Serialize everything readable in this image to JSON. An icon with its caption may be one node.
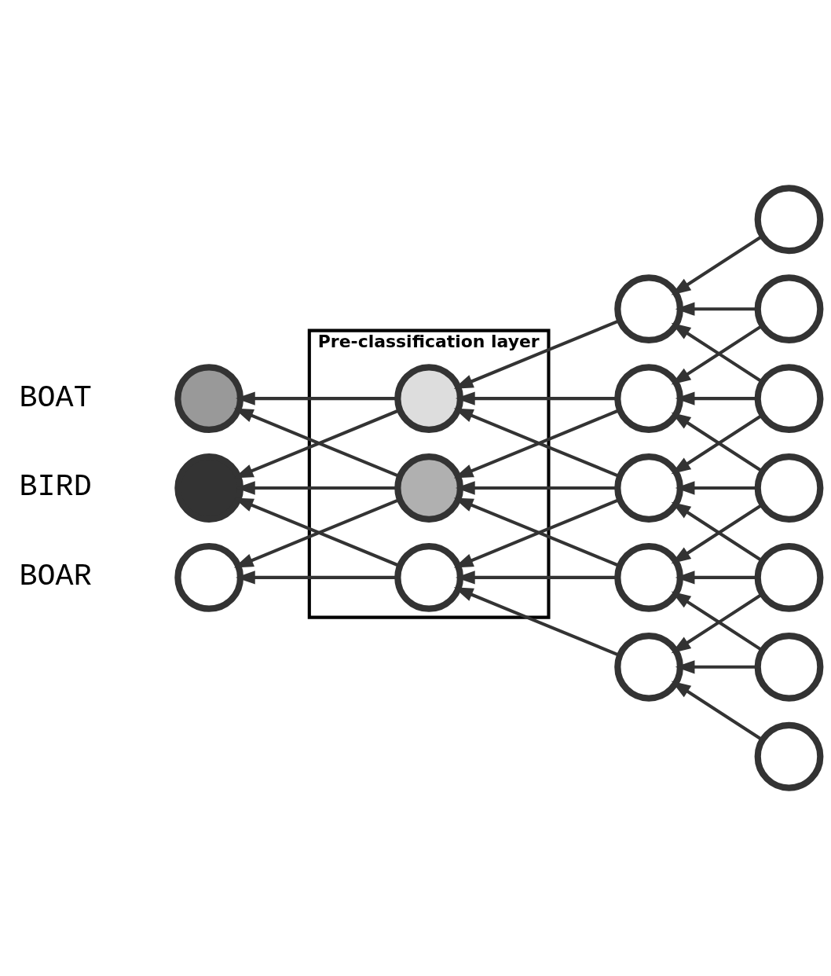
{
  "diagram": {
    "nodes": [
      {
        "text": [
          "Pre-classification layer"
        ]
      },
      {
        "text": [],
        "shape": "circle",
        "beside": [
          "BOAT"
        ]
      },
      {
        "text": [],
        "shape": "circle",
        "beside": [
          "BIRD"
        ]
      },
      {
        "text": [],
        "shape": "circle",
        "beside": [
          "BOAR"
        ]
      },
      {
        "text": [],
        "shape": "circle",
        "in": 0
      },
      {
        "text": [],
        "shape": "circle",
        "in": 0
      },
      {
        "text": [],
        "shape": "circle",
        "in": 0
      },
      {
        "text": [],
        "shape": "circle"
      },
      {
        "text": [],
        "shape": "circle"
      },
      {
        "text": [],
        "shape": "circle"
      },
      {
        "text": [],
        "shape": "circle"
      },
      {
        "text": [],
        "shape": "circle"
      },
      {
        "text": [],
        "shape": "circle"
      },
      {
        "text": [],
        "shape": "circle"
      },
      {
        "text": [],
        "shape": "circle"
      },
      {
        "text": [],
        "shape": "circle"
      },
      {
        "text": [],
        "shape": "circle"
      },
      {
        "text": [],
        "shape": "circle"
      },
      {
        "text": [],
        "shape": "circle"
      }
    ],
    "edges": [
      {
        "from": 12,
        "to": 7,
        "arrow": "to"
      },
      {
        "from": 13,
        "to": 7,
        "arrow": "to"
      },
      {
        "from": 14,
        "to": 7,
        "arrow": "to"
      },
      {
        "from": 13,
        "to": 8,
        "arrow": "to"
      },
      {
        "from": 14,
        "to": 8,
        "arrow": "to"
      },
      {
        "from": 15,
        "to": 8,
        "arrow": "to"
      },
      {
        "from": 14,
        "to": 9,
        "arrow": "to"
      },
      {
        "from": 15,
        "to": 9,
        "arrow": "to"
      },
      {
        "from": 16,
        "to": 9,
        "arrow": "to"
      },
      {
        "from": 15,
        "to": 10,
        "arrow": "to"
      },
      {
        "from": 16,
        "to": 10,
        "arrow": "to"
      },
      {
        "from": 17,
        "to": 10,
        "arrow": "to"
      },
      {
        "from": 16,
        "to": 11,
        "arrow": "to"
      },
      {
        "from": 17,
        "to": 11,
        "arrow": "to"
      },
      {
        "from": 18,
        "to": 11,
        "arrow": "to"
      },
      {
        "from": 7,
        "to": 4,
        "arrow": "to"
      },
      {
        "from": 8,
        "to": 4,
        "arrow": "to"
      },
      {
        "from": 9,
        "to": 4,
        "arrow": "to"
      },
      {
        "from": 8,
        "to": 5,
        "arrow": "to"
      },
      {
        "from": 9,
        "to": 5,
        "arrow": "to"
      },
      {
        "from": 10,
        "to": 5,
        "arrow": "to"
      },
      {
        "from": 9,
        "to": 6,
        "arrow": "to"
      },
      {
        "from": 10,
        "to": 6,
        "arrow": "to"
      },
      {
        "from": 11,
        "to": 6,
        "arrow": "to"
      },
      {
        "from": 4,
        "to": 1,
        "arrow": "to"
      },
      {
        "from": 5,
        "to": 1,
        "arrow": "to"
      },
      {
        "from": 4,
        "to": 2,
        "arrow": "to"
      },
      {
        "from": 5,
        "to": 2,
        "arrow": "to"
      },
      {
        "from": 6,
        "to": 2,
        "arrow": "to"
      },
      {
        "from": 5,
        "to": 3,
        "arrow": "to"
      },
      {
        "from": 6,
        "to": 3,
        "arrow": "to"
      }
    ]
  }
}
